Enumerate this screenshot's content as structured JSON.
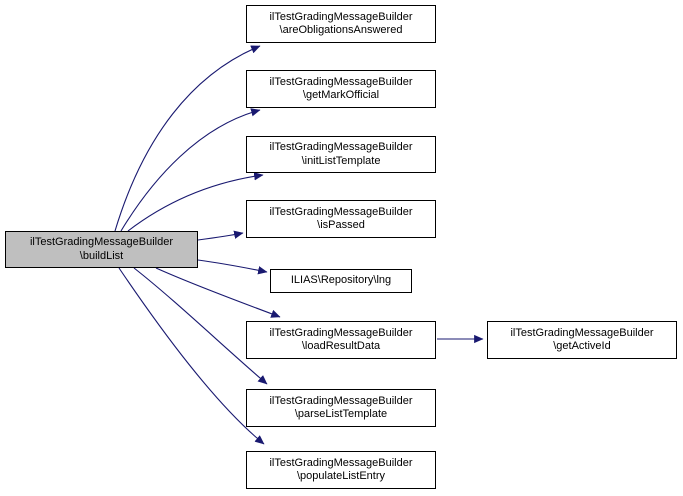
{
  "diagram": {
    "type": "call-graph",
    "colors": {
      "edge": "#191970",
      "node_fill": "#ffffff",
      "node_border": "#000000",
      "highlighted_node_fill": "#bfbfbf",
      "text": "#000000"
    },
    "nodes": {
      "buildList": {
        "line1": "ilTestGradingMessageBuilder",
        "line2": "\\buildList",
        "highlighted": true
      },
      "areObligationsAnswered": {
        "line1": "ilTestGradingMessageBuilder",
        "line2": "\\areObligationsAnswered"
      },
      "getMarkOfficial": {
        "line1": "ilTestGradingMessageBuilder",
        "line2": "\\getMarkOfficial"
      },
      "initListTemplate": {
        "line1": "ilTestGradingMessageBuilder",
        "line2": "\\initListTemplate"
      },
      "isPassed": {
        "line1": "ilTestGradingMessageBuilder",
        "line2": "\\isPassed"
      },
      "lng": {
        "line1": "ILIAS\\Repository\\lng"
      },
      "loadResultData": {
        "line1": "ilTestGradingMessageBuilder",
        "line2": "\\loadResultData"
      },
      "parseListTemplate": {
        "line1": "ilTestGradingMessageBuilder",
        "line2": "\\parseListTemplate"
      },
      "populateListEntry": {
        "line1": "ilTestGradingMessageBuilder",
        "line2": "\\populateListEntry"
      },
      "getActiveId": {
        "line1": "ilTestGradingMessageBuilder",
        "line2": "\\getActiveId"
      }
    },
    "edges": [
      {
        "from": "buildList",
        "to": "areObligationsAnswered"
      },
      {
        "from": "buildList",
        "to": "getMarkOfficial"
      },
      {
        "from": "buildList",
        "to": "initListTemplate"
      },
      {
        "from": "buildList",
        "to": "isPassed"
      },
      {
        "from": "buildList",
        "to": "lng"
      },
      {
        "from": "buildList",
        "to": "loadResultData"
      },
      {
        "from": "buildList",
        "to": "parseListTemplate"
      },
      {
        "from": "buildList",
        "to": "populateListEntry"
      },
      {
        "from": "loadResultData",
        "to": "getActiveId"
      }
    ]
  }
}
